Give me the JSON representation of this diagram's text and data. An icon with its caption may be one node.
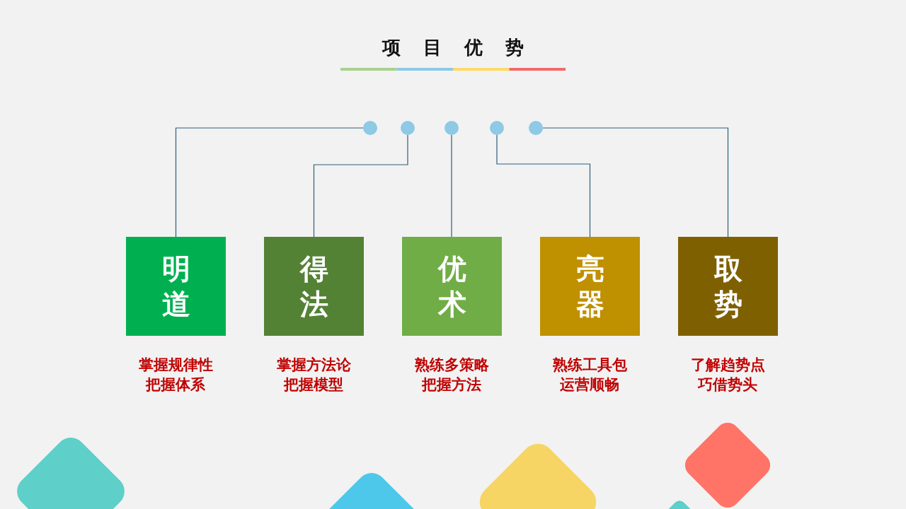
{
  "diagram": {
    "title": "项目优势",
    "nodes": [
      {
        "text": [],
        "shape": "circle"
      },
      {
        "text": [],
        "shape": "circle"
      },
      {
        "text": [],
        "shape": "circle"
      },
      {
        "text": [],
        "shape": "circle"
      },
      {
        "text": [],
        "shape": "circle"
      },
      {
        "text": [
          "明道"
        ],
        "beside": [
          "掌握规律性把握体系"
        ]
      },
      {
        "text": [
          "得法"
        ],
        "beside": [
          "掌握方法论把握模型"
        ]
      },
      {
        "text": [
          "优术"
        ],
        "beside": [
          "熟练多策略把握方法"
        ]
      },
      {
        "text": [
          "亮器"
        ],
        "beside": [
          "熟练工具包运营顺畅"
        ]
      },
      {
        "text": [
          "取势"
        ],
        "beside": [
          "了解趋势点巧借势头"
        ]
      }
    ],
    "edges": [
      {
        "from": 0,
        "to": 5,
        "arrow": "none"
      },
      {
        "from": 1,
        "to": 6,
        "arrow": "none"
      },
      {
        "from": 2,
        "to": 7,
        "arrow": "none"
      },
      {
        "from": 3,
        "to": 8,
        "arrow": "none"
      },
      {
        "from": 4,
        "to": 9,
        "arrow": "none"
      }
    ]
  }
}
